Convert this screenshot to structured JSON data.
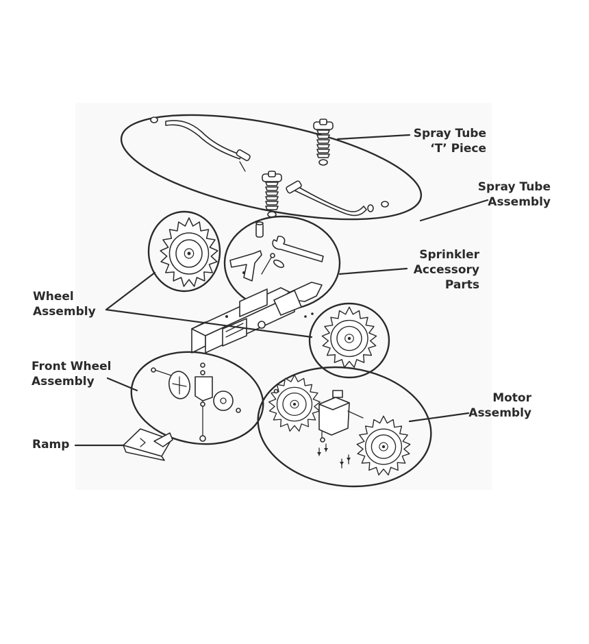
{
  "labels": {
    "spray_tube_t_piece": "Spray Tube\n‘T’ Piece",
    "spray_tube_assembly": "Spray Tube\nAssembly",
    "sprinkler_accessory_parts": "Sprinkler\nAccessory\nParts",
    "wheel_assembly": "Wheel\nAssembly",
    "front_wheel_assembly": "Front Wheel\nAssembly",
    "motor_assembly": "Motor\nAssembly",
    "ramp": "Ramp"
  },
  "colors": {
    "line": "#2a2a2a",
    "background": "#ffffff",
    "backdrop": "#f9f9f9"
  }
}
